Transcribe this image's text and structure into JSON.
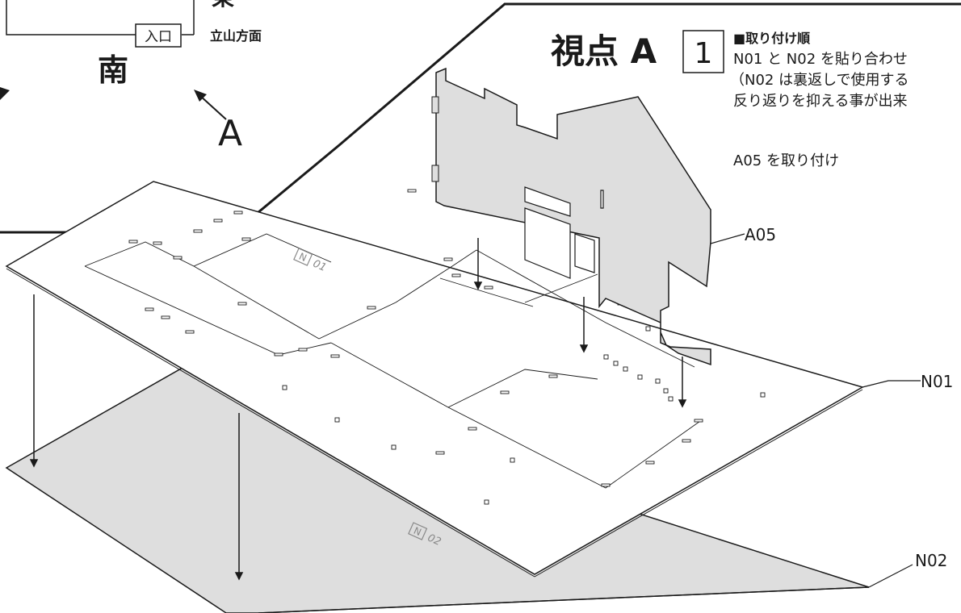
{
  "map": {
    "direction_east": "東",
    "direction_east_note": "立山方面",
    "direction_south": "南",
    "entrance_label": "入口",
    "viewpoint_label": "A"
  },
  "header": {
    "view_title": "視点 A",
    "step_number": "1"
  },
  "instructions": {
    "heading": "■取り付け順",
    "lines": [
      "N01 と N02 を貼り合わせ",
      "（N02 は裏返しで使用する",
      "反り返りを抑える事が出来"
    ],
    "step2": "A05 を取り付け"
  },
  "parts": {
    "a05_label": "A05",
    "n01_label": "N01",
    "n02_label": "N02",
    "n01_mark_letter": "N",
    "n01_mark_number": "01",
    "n02_mark_letter": "N",
    "n02_mark_number": "02"
  },
  "colors": {
    "panel_gray": "#dedede",
    "line": "#1a1a1a",
    "mark_gray": "#888888"
  }
}
